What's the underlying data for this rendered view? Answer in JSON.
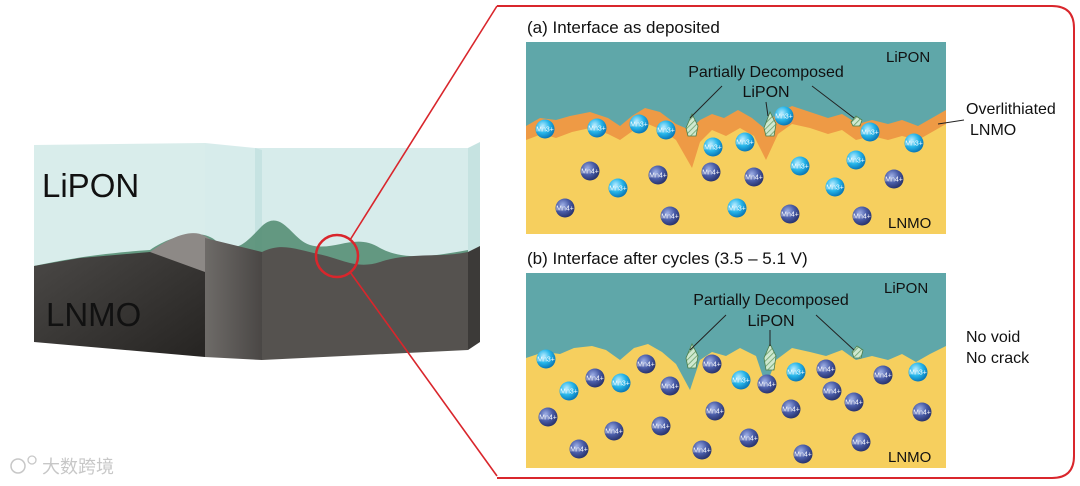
{
  "block": {
    "top_label": "LiPON",
    "bottom_label": "LNMO"
  },
  "panel_a": {
    "title": "(a) Interface as deposited",
    "lipon_label": "LiPON",
    "lnmo_label": "LNMO",
    "decomposed_line1": "Partially Decomposed",
    "decomposed_line2": "LiPON",
    "side_line1": "Overlithiated",
    "side_line2": "LNMO"
  },
  "panel_b": {
    "title": "(b) Interface after cycles (3.5 – 5.1 V)",
    "lipon_label": "LiPON",
    "lnmo_label": "LNMO",
    "decomposed_line1": "Partially Decomposed",
    "decomposed_line2": "LiPON",
    "side_line1": "No void",
    "side_line2": "No crack"
  },
  "ions": {
    "mn3": "Mn3+",
    "mn4": "Mn4+"
  },
  "watermark": "大数跨境",
  "colors": {
    "lipon": "#5fa7a9",
    "lnmo": "#f6cf5e",
    "overlithiated": "#ee9a45",
    "mn3": "#27b6ea",
    "mn4": "#4a5da8",
    "callout": "#d9262c"
  }
}
